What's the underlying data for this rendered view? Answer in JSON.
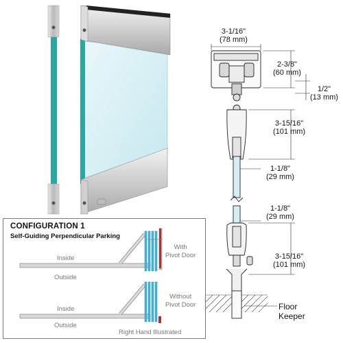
{
  "dimensions": {
    "top_width": {
      "imperial": "3-1/16\"",
      "metric": "(78 mm)"
    },
    "header_height": {
      "imperial": "2-3/8\"",
      "metric": "(60 mm)"
    },
    "gap_top": {
      "imperial": "1/2\"",
      "metric": "(13 mm)"
    },
    "top_rail": {
      "imperial": "3-15/16\"",
      "metric": "(101 mm)"
    },
    "glass_upper": {
      "imperial": "1-1/8\"",
      "metric": "(29 mm)"
    },
    "glass_lower": {
      "imperial": "1-1/8\"",
      "metric": "(29 mm)"
    },
    "bottom_rail": {
      "imperial": "3-15/16\"",
      "metric": "(101 mm)"
    },
    "floor_keeper": {
      "line1": "Floor",
      "line2": "Keeper"
    }
  },
  "configuration": {
    "title": "CONFIGURATION 1",
    "subtitle": "Self-Guiding Perpendicular Parking",
    "top_diagram": {
      "inside": "Inside",
      "outside": "Outside",
      "door_line1": "With",
      "door_line2": "Pivot Door"
    },
    "bottom_diagram": {
      "inside": "Inside",
      "outside": "Outside",
      "door_line1": "Without",
      "door_line2": "Pivot Door"
    },
    "footnote": "Right Hand Illustrated"
  },
  "colors": {
    "glass_edge": "#2aa7a0",
    "glass_face": "#dff3f6",
    "metal": "#c8c8c8",
    "pivot": "#a33"
  }
}
